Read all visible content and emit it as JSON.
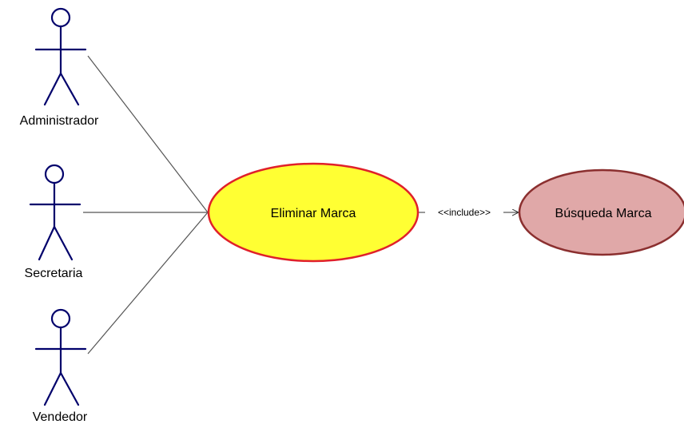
{
  "actors": [
    {
      "id": "administrador",
      "label": "Administrador"
    },
    {
      "id": "secretaria",
      "label": "Secretaria"
    },
    {
      "id": "vendedor",
      "label": "Vendedor"
    }
  ],
  "use_cases": [
    {
      "id": "eliminar-marca",
      "label": "Eliminar Marca",
      "fill": "#ffff33",
      "stroke": "#e0202a"
    },
    {
      "id": "busqueda-marca",
      "label": "Búsqueda Marca",
      "fill": "#e0a8a8",
      "stroke": "#8b2f2f"
    }
  ],
  "relationships": [
    {
      "from": "administrador",
      "to": "eliminar-marca",
      "type": "association"
    },
    {
      "from": "secretaria",
      "to": "eliminar-marca",
      "type": "association"
    },
    {
      "from": "vendedor",
      "to": "eliminar-marca",
      "type": "association"
    },
    {
      "from": "eliminar-marca",
      "to": "busqueda-marca",
      "type": "include",
      "label": "<<include>>"
    }
  ],
  "colors": {
    "actor_stroke": "#00006b",
    "actor_head_fill": "#ffffff",
    "association_line": "#555555",
    "include_line": "#333333"
  }
}
